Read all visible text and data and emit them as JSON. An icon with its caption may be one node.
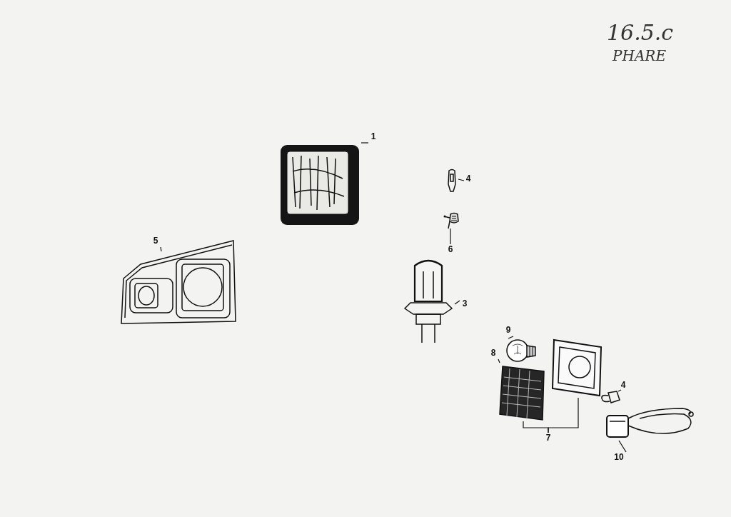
{
  "diagram": {
    "nodes": [
      {
        "text": [
          "1"
        ]
      },
      {
        "text": [],
        "shape": "picture"
      },
      {
        "text": [
          "4"
        ]
      },
      {
        "text": [],
        "shape": "picture"
      },
      {
        "text": [
          "6"
        ]
      },
      {
        "text": [],
        "shape": "picture"
      },
      {
        "text": [
          "5"
        ]
      },
      {
        "text": [],
        "shape": "picture"
      },
      {
        "text": [
          "3"
        ]
      },
      {
        "text": [],
        "shape": "picture"
      },
      {
        "text": [
          "9"
        ]
      },
      {
        "text": [],
        "shape": "picture"
      },
      {
        "text": [
          "8"
        ]
      },
      {
        "text": [],
        "shape": "picture"
      },
      {
        "text": [],
        "shape": "picture"
      },
      {
        "text": [
          "7"
        ]
      },
      {
        "text": [
          "4"
        ]
      },
      {
        "text": [],
        "shape": "picture"
      },
      {
        "text": [
          "10"
        ]
      },
      {
        "text": [],
        "shape": "picture"
      }
    ],
    "edges": [
      {
        "from": 0,
        "to": 1,
        "arrow": "none"
      },
      {
        "from": 2,
        "to": 3,
        "arrow": "none"
      },
      {
        "from": 4,
        "to": 5,
        "arrow": "none"
      },
      {
        "from": 6,
        "to": 7,
        "arrow": "none"
      },
      {
        "from": 8,
        "to": 9,
        "arrow": "none"
      },
      {
        "from": 10,
        "to": 11,
        "arrow": "none"
      },
      {
        "from": 12,
        "to": 13,
        "arrow": "none"
      },
      {
        "from": 15,
        "to": 13,
        "arrow": "none"
      },
      {
        "from": 15,
        "to": 14,
        "arrow": "none"
      },
      {
        "from": 16,
        "to": 17,
        "arrow": "none"
      },
      {
        "from": 18,
        "to": 19,
        "arrow": "none"
      }
    ],
    "labels": [
      "16.5.c",
      "PHARE"
    ]
  }
}
